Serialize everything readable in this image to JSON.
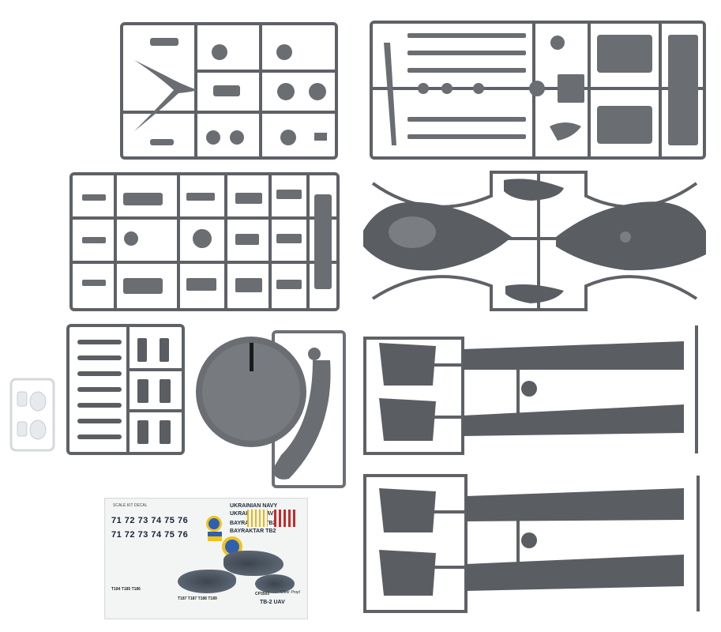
{
  "image": {
    "description_type": "scale model kit sprues with decal sheet",
    "colors": {
      "background": "#ffffff",
      "plastic_grey": "#5e6166",
      "plastic_grey_light": "#7a7d82",
      "clear_parts": "#e6eaee",
      "decal_sheet": "#f3f5f4",
      "decal_text": "#15233a",
      "ukraine_blue": "#2f5fb0",
      "ukraine_yellow": "#f1c31b"
    }
  },
  "decal": {
    "header_small": "SCALE KIT DECAL",
    "navy_line_1": "UKRAINIAN NAVY",
    "navy_line_2": "UKRAINIAN NAVY",
    "type_line_1": "BAYRAKTAR TB2",
    "type_line_2": "BAYRAKTAR TB2",
    "numbers_row_1": "71 72 73 74 75 76",
    "numbers_row_2": "71 72 73 74 75 76",
    "tail_row_1": "T184  T185  T186",
    "tail_row_2": "T187  T187  T188  T189",
    "code": "CP3503",
    "model_name": "TB-2 UAV",
    "brand": "Clear Prop!"
  }
}
